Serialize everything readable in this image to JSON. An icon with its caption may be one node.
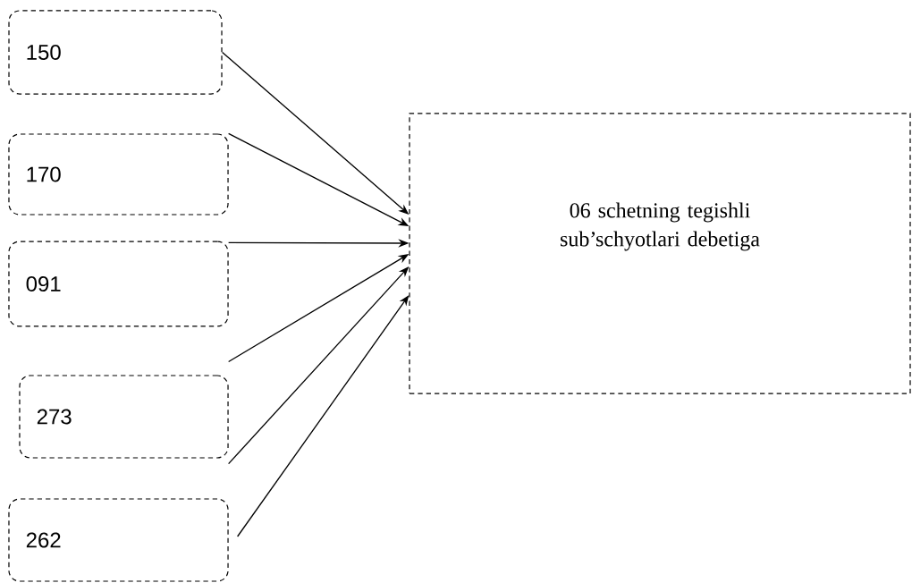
{
  "diagram": {
    "nodes": [
      {
        "text": [
          "150"
        ]
      },
      {
        "text": [
          "170"
        ]
      },
      {
        "text": [
          "091"
        ]
      },
      {
        "text": [
          "273"
        ]
      },
      {
        "text": [
          "262"
        ]
      },
      {
        "text": [
          "06 schetning tegishli sub’schyotlari debetiga"
        ]
      }
    ],
    "edges": [
      {
        "from": 0,
        "to": 5,
        "arrow": "to"
      },
      {
        "from": 1,
        "to": 5,
        "arrow": "to"
      },
      {
        "from": 2,
        "to": 5,
        "arrow": "to"
      },
      {
        "from": 3,
        "to": 5,
        "arrow": "to"
      },
      {
        "from": 3,
        "to": 5,
        "arrow": "to"
      },
      {
        "from": 4,
        "to": 5,
        "arrow": "to"
      }
    ]
  }
}
